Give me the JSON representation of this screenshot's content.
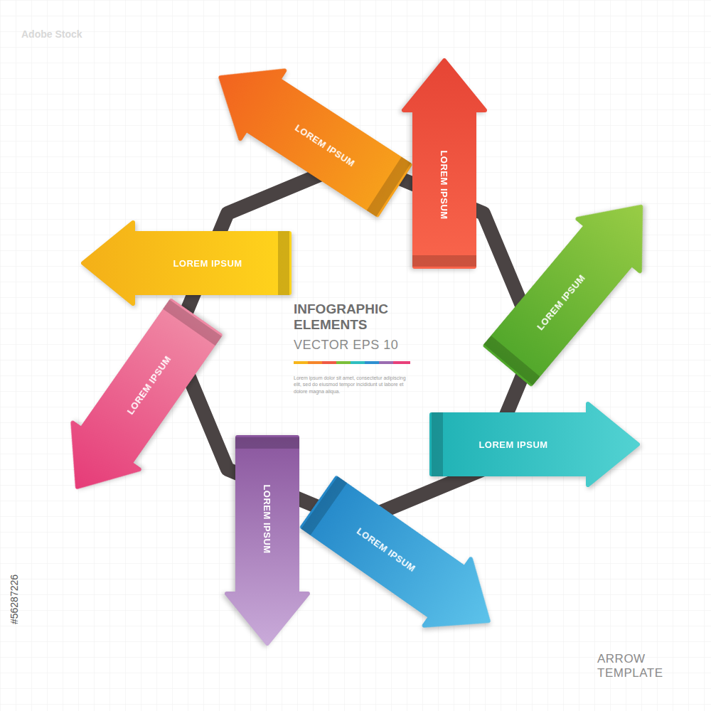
{
  "diagram": {
    "title": "INFOGRAPHIC ELEMENTS",
    "nodes": [
      {
        "text": [
          "LOREM IPSUM"
        ]
      },
      {
        "text": [
          "LOREM IPSUM"
        ]
      },
      {
        "text": [
          "LOREM IPSUM"
        ]
      },
      {
        "text": [
          "LOREM IPSUM"
        ]
      },
      {
        "text": [
          "LOREM IPSUM"
        ]
      },
      {
        "text": [
          "LOREM IPSUM"
        ]
      },
      {
        "text": [
          "LOREM IPSUM"
        ]
      },
      {
        "text": [
          "LOREM IPSUM"
        ]
      }
    ],
    "labels": [
      "VECTOR EPS 10",
      "Lorem ipsum dolor sit amet, consectetur adipiscing elit, sed do eiusmod tempor incididunt ut labore et dolore magna aliqua.",
      "ARROW TEMPLATE",
      "Adobe Stock",
      "#56287226"
    ]
  }
}
